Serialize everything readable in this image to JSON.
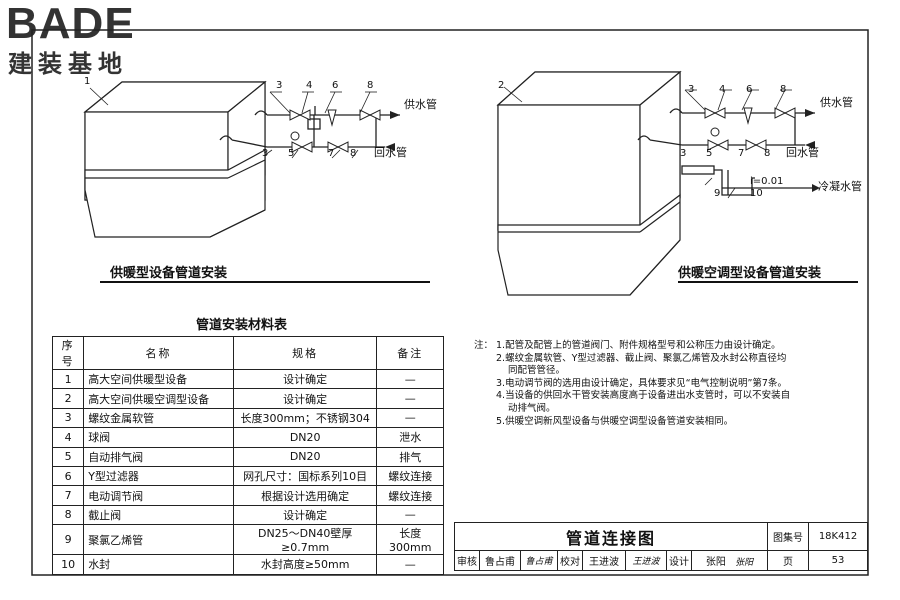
{
  "logo": {
    "brand": "BADE",
    "sub": "建装基地"
  },
  "left_drawing": {
    "caption": "供暖型设备管道安装",
    "unit_no": "1",
    "callouts_top": [
      "3",
      "4",
      "6",
      "8"
    ],
    "callouts_bottom": [
      "3",
      "5",
      "7",
      "8"
    ],
    "supply_label": "供水管",
    "return_label": "回水管"
  },
  "right_drawing": {
    "caption": "供暖空调型设备管道安装",
    "unit_no": "2",
    "callouts_top": [
      "3",
      "4",
      "6",
      "8"
    ],
    "callouts_bottom": [
      "3",
      "5",
      "7",
      "8"
    ],
    "callouts_drain": [
      "9",
      "10"
    ],
    "slope": "i=0.01",
    "supply_label": "供水管",
    "return_label": "回水管",
    "condensate_label": "冷凝水管"
  },
  "material_table": {
    "title": "管道安装材料表",
    "headers": [
      "序号",
      "名称",
      "规格",
      "备注"
    ],
    "rows": [
      [
        "1",
        "高大空间供暖型设备",
        "设计确定",
        "—"
      ],
      [
        "2",
        "高大空间供暖空调型设备",
        "设计确定",
        "—"
      ],
      [
        "3",
        "螺纹金属软管",
        "长度300mm；不锈钢304",
        "—"
      ],
      [
        "4",
        "球阀",
        "DN20",
        "泄水"
      ],
      [
        "5",
        "自动排气阀",
        "DN20",
        "排气"
      ],
      [
        "6",
        "Y型过滤器",
        "网孔尺寸：国标系列10目",
        "螺纹连接"
      ],
      [
        "7",
        "电动调节阀",
        "根据设计选用确定",
        "螺纹连接"
      ],
      [
        "8",
        "截止阀",
        "设计确定",
        "—"
      ],
      [
        "9",
        "聚氯乙烯管",
        "DN25～DN40壁厚≥0.7mm",
        "长度300mm"
      ],
      [
        "10",
        "水封",
        "水封高度≥50mm",
        "—"
      ]
    ]
  },
  "notes": {
    "prefix": "注：",
    "items": [
      "1.配管及配管上的管道阀门、附件规格型号和公称压力由设计确定。",
      "2.螺纹金属软管、Y型过滤器、截止阀、聚氯乙烯管及水封公称直径均",
      "同配管管径。",
      "3.电动调节阀的选用由设计确定，具体要求见“电气控制说明”第7条。",
      "4.当设备的供回水干管安装高度高于设备进出水支管时，可以不安装自",
      "动排气阀。",
      "5.供暖空调新风型设备与供暖空调型设备管道安装相同。"
    ]
  },
  "title_block": {
    "title": "管道连接图",
    "atlas_label": "图集号",
    "atlas_no": "18K412",
    "review_label": "审核",
    "reviewer": "鲁占甫",
    "review_sign": "鲁占甫",
    "check_label": "校对",
    "checker": "王进波",
    "check_sign": "王进波",
    "design_label": "设计",
    "designer": "张阳",
    "design_sign": "张阳",
    "page_label": "页",
    "page_no": "53"
  }
}
